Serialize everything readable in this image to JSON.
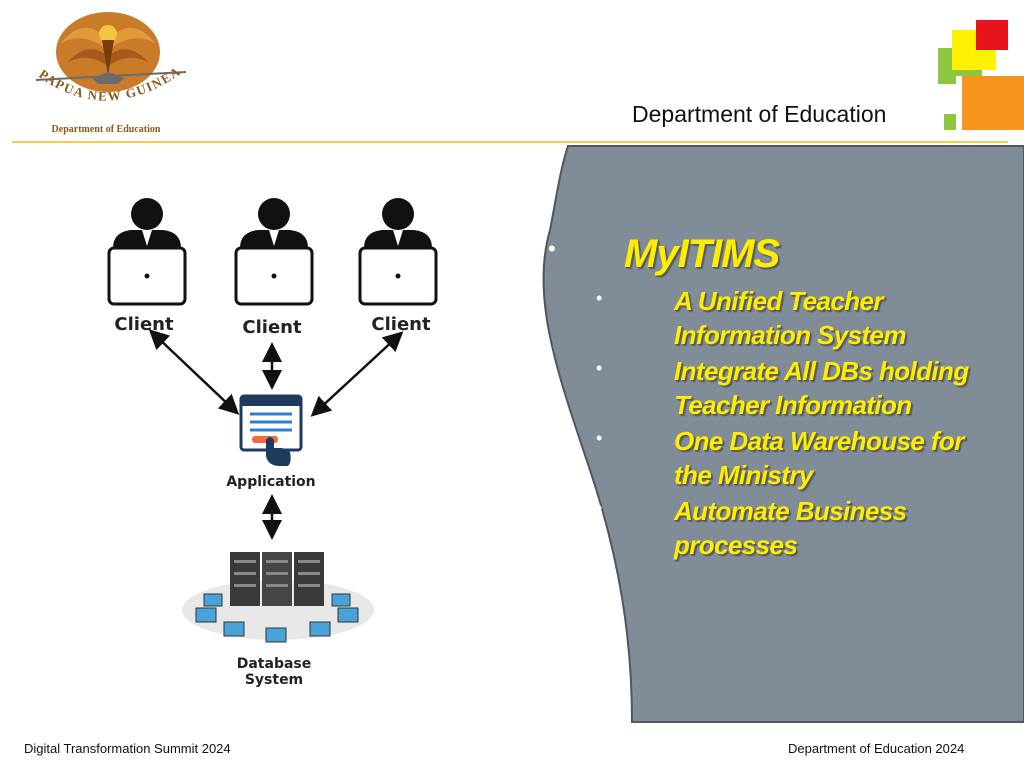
{
  "header": {
    "title": "Department of Education",
    "logo": {
      "emblem": "bird-of-paradise-emblem",
      "text_arc": "PAPUA NEW GUINEA",
      "caption": "Department of Education"
    },
    "decor_colors": {
      "red": "#e8141b",
      "yellow": "#fff200",
      "green": "#8dc63f",
      "orange": "#f7941d"
    },
    "rule_color": "#f2d04a"
  },
  "diagram": {
    "clients": [
      {
        "label": "Client",
        "icon": "user-at-laptop-icon"
      },
      {
        "label": "Client",
        "icon": "user-at-laptop-icon"
      },
      {
        "label": "Client",
        "icon": "user-at-laptop-icon"
      }
    ],
    "application": {
      "label": "Application",
      "icon": "browser-click-icon"
    },
    "database": {
      "label_line1": "Database",
      "label_line2": "System",
      "icon": "server-network-icon"
    }
  },
  "panel": {
    "color": "#818c99",
    "title": "MyITIMS",
    "bullets": [
      {
        "line1": "A Unified Teacher",
        "line2": "Information System"
      },
      {
        "line1": "Integrate All DBs holding",
        "line2": "Teacher Information"
      },
      {
        "line1": "One Data Warehouse for",
        "line2": "the Ministry"
      },
      {
        "line1": "Automate Business",
        "line2": "processes"
      }
    ],
    "bullet_glyph": "•",
    "text_color": "#ffee00"
  },
  "footer": {
    "left": "Digital Transformation Summit 2024",
    "right": "Department of Education 2024"
  }
}
